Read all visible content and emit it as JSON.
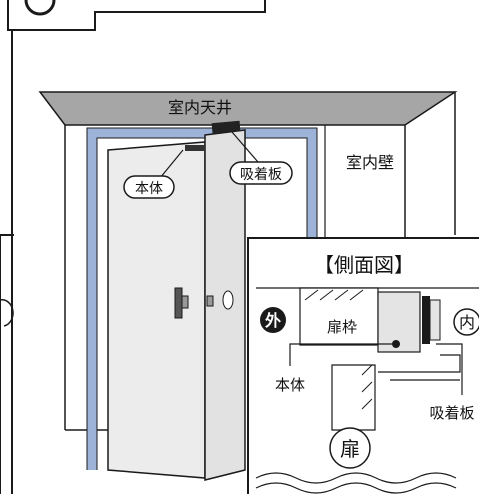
{
  "colors": {
    "ceiling": "#a6a6a6",
    "door_frame_outline": "#9db4d8",
    "door": "#e9e9e9",
    "line": "#1a1a1a"
  },
  "labels": {
    "ceiling": "室内天井",
    "wall": "室内壁",
    "body": "本体",
    "plate": "吸着板"
  },
  "side_view": {
    "title": "【側面図】",
    "outside": "外",
    "inside": "内",
    "frame": "扉枠",
    "body": "本体",
    "plate": "吸着板",
    "door": "扉"
  },
  "icons": [
    "door-handle-icon",
    "lock-knob-icon",
    "magnet-plate-icon"
  ]
}
